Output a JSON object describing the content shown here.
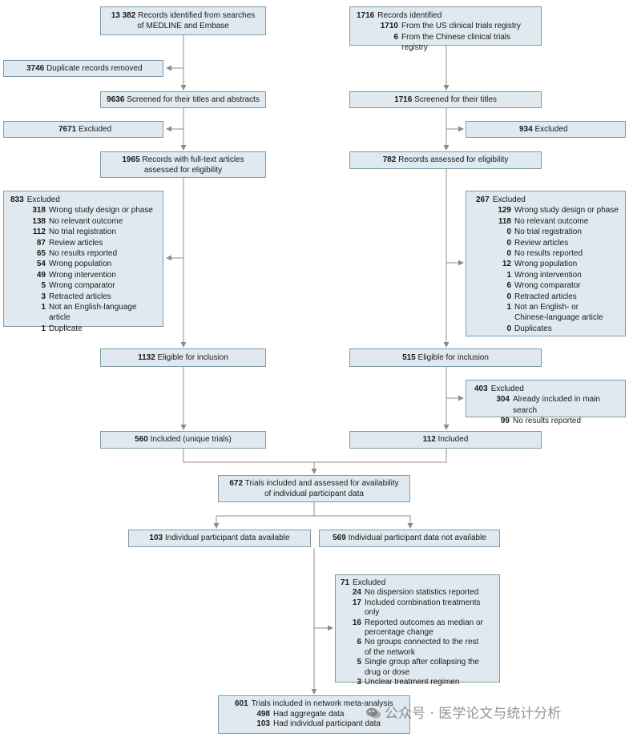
{
  "left": {
    "identified": {
      "n": "13 382",
      "t": "Records identified from searches of MEDLINE and Embase"
    },
    "duplicates": {
      "n": "3746",
      "t": "Duplicate records removed"
    },
    "screened": {
      "n": "9636",
      "t": "Screened for their titles and abstracts"
    },
    "excluded1": {
      "n": "7671",
      "t": "Excluded"
    },
    "fulltext": {
      "n": "1965",
      "t": "Records with full-text articles assessed for eligibility"
    },
    "excluded2": {
      "n": "833",
      "t": "Excluded",
      "items": [
        {
          "n": "318",
          "t": "Wrong study design or phase"
        },
        {
          "n": "138",
          "t": "No relevant outcome"
        },
        {
          "n": "112",
          "t": "No trial registration"
        },
        {
          "n": "87",
          "t": "Review articles"
        },
        {
          "n": "65",
          "t": "No results reported"
        },
        {
          "n": "54",
          "t": "Wrong population"
        },
        {
          "n": "49",
          "t": "Wrong intervention"
        },
        {
          "n": "5",
          "t": "Wrong comparator"
        },
        {
          "n": "3",
          "t": "Retracted articles"
        },
        {
          "n": "1",
          "t": "Not an English-language article"
        },
        {
          "n": "1",
          "t": "Duplicate"
        }
      ]
    },
    "eligible": {
      "n": "1132",
      "t": "Eligible for inclusion"
    },
    "included": {
      "n": "560",
      "t": "Included (unique trials)"
    }
  },
  "right": {
    "identified": {
      "n": "1716",
      "t": "Records identified",
      "items": [
        {
          "n": "1710",
          "t": "From the US clinical trials registry"
        },
        {
          "n": "6",
          "t": "From the Chinese clinical trials registry"
        }
      ]
    },
    "screened": {
      "n": "1716",
      "t": "Screened for their titles"
    },
    "excluded1": {
      "n": "934",
      "t": "Excluded"
    },
    "assessed": {
      "n": "782",
      "t": "Records assessed for eligibility"
    },
    "excluded2": {
      "n": "267",
      "t": "Excluded",
      "items": [
        {
          "n": "129",
          "t": "Wrong study design or phase"
        },
        {
          "n": "118",
          "t": "No relevant outcome"
        },
        {
          "n": "0",
          "t": "No trial registration"
        },
        {
          "n": "0",
          "t": "Review articles"
        },
        {
          "n": "0",
          "t": "No results reported"
        },
        {
          "n": "12",
          "t": "Wrong population"
        },
        {
          "n": "1",
          "t": "Wrong intervention"
        },
        {
          "n": "6",
          "t": "Wrong comparator"
        },
        {
          "n": "0",
          "t": "Retracted articles"
        },
        {
          "n": "1",
          "t": "Not an English- or Chinese-language article"
        },
        {
          "n": "0",
          "t": "Duplicates"
        }
      ]
    },
    "eligible": {
      "n": "515",
      "t": "Eligible for inclusion"
    },
    "excluded3": {
      "n": "403",
      "t": "Excluded",
      "items": [
        {
          "n": "304",
          "t": "Already included in main search"
        },
        {
          "n": "99",
          "t": "No results reported"
        }
      ]
    },
    "included": {
      "n": "112",
      "t": "Included"
    }
  },
  "merged": {
    "trials": {
      "n": "672",
      "t": "Trials included and assessed for availability of individual participant data"
    },
    "ipd_available": {
      "n": "103",
      "t": "Individual participant data available"
    },
    "ipd_not_available": {
      "n": "569",
      "t": "Individual participant data not available"
    },
    "excluded": {
      "n": "71",
      "t": "Excluded",
      "items": [
        {
          "n": "24",
          "t": "No dispersion statistics reported"
        },
        {
          "n": "17",
          "t": "Included combination treatments only"
        },
        {
          "n": "16",
          "t": "Reported outcomes as median or percentage change"
        },
        {
          "n": "6",
          "t": "No groups connected to the rest of the network"
        },
        {
          "n": "5",
          "t": "Single group after collapsing the drug or dose"
        },
        {
          "n": "3",
          "t": "Unclear treatment regimen"
        }
      ]
    },
    "final": {
      "n": "601",
      "t": "Trials included in network meta-analysis",
      "items": [
        {
          "n": "498",
          "t": "Had aggregate data"
        },
        {
          "n": "103",
          "t": "Had individual participant data"
        }
      ]
    }
  },
  "watermark": {
    "text": "公众号 · 医学论文与统计分析",
    "icon": "wechat-icon"
  },
  "colors": {
    "box_fill": "#dfe9ef",
    "box_border": "#7f9aa8",
    "line": "#8c8c8c"
  }
}
